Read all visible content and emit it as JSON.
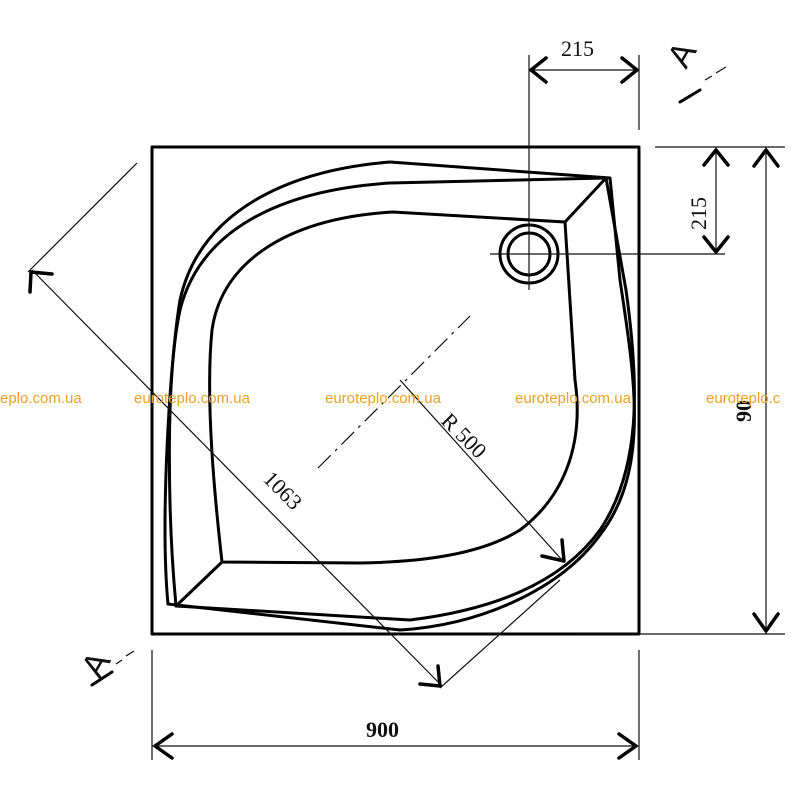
{
  "dimensions": {
    "width_bottom": "900",
    "height_right": "90",
    "drain_offset_x": "215",
    "drain_offset_y": "215",
    "diagonal": "1063",
    "radius": "R 500"
  },
  "section_marker": {
    "top_label": "A",
    "bottom_label": "A"
  },
  "watermarks": [
    "eplo.com.ua",
    "euroteplo.com.ua",
    "euroteplo.com.ua",
    "euroteplo.com.ua",
    "euroteplo.c"
  ]
}
